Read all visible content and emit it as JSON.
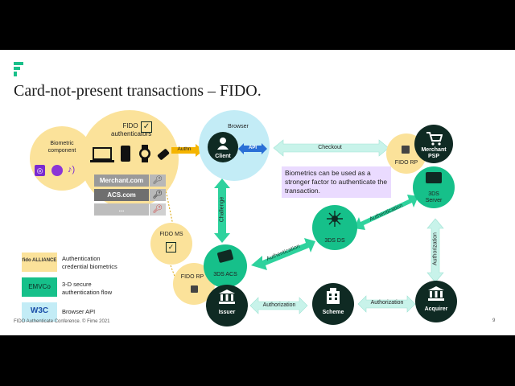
{
  "slide": {
    "title": "Card-not-present transactions – FIDO.",
    "footer": "FIDO Authenticate Conference. © Fime 2021",
    "page_number": "9"
  },
  "nodes": {
    "biometric": "Biometric component",
    "fido_auth": "FIDO authenticators",
    "browser": "Browser",
    "client": "Client",
    "fido_rp_top": "FIDO RP",
    "merchant_psp": "Merchant PSP",
    "server_3ds": "3DS Server",
    "ds_3ds": "3DS DS",
    "fido_ms": "FIDO MS",
    "fido_rp_bottom": "FIDO RP",
    "acs_3ds": "3DS ACS",
    "issuer": "Issuer",
    "scheme": "Scheme",
    "acquirer": "Acquirer"
  },
  "key_list": [
    "Merchant.com",
    "ACS.com",
    "..."
  ],
  "arrows": {
    "authn": "Authn",
    "api": "API",
    "checkout": "Checkout",
    "challenge": "Challenge",
    "auth_right": "Authentication",
    "auth_left": "Authentication",
    "authorization_left": "Authorization",
    "authorization_right": "Authorization",
    "authorization_vertical": "Authorization"
  },
  "callout": "Biometrics can be used as a stronger factor to authenticate the transaction.",
  "legend": [
    {
      "logo": "fido ALLIANCE",
      "text": "Authentication credential biometrics"
    },
    {
      "logo": "EMVCo",
      "text": "3-D secure authentication flow"
    },
    {
      "logo": "W3C",
      "text": "Browser API"
    }
  ]
}
